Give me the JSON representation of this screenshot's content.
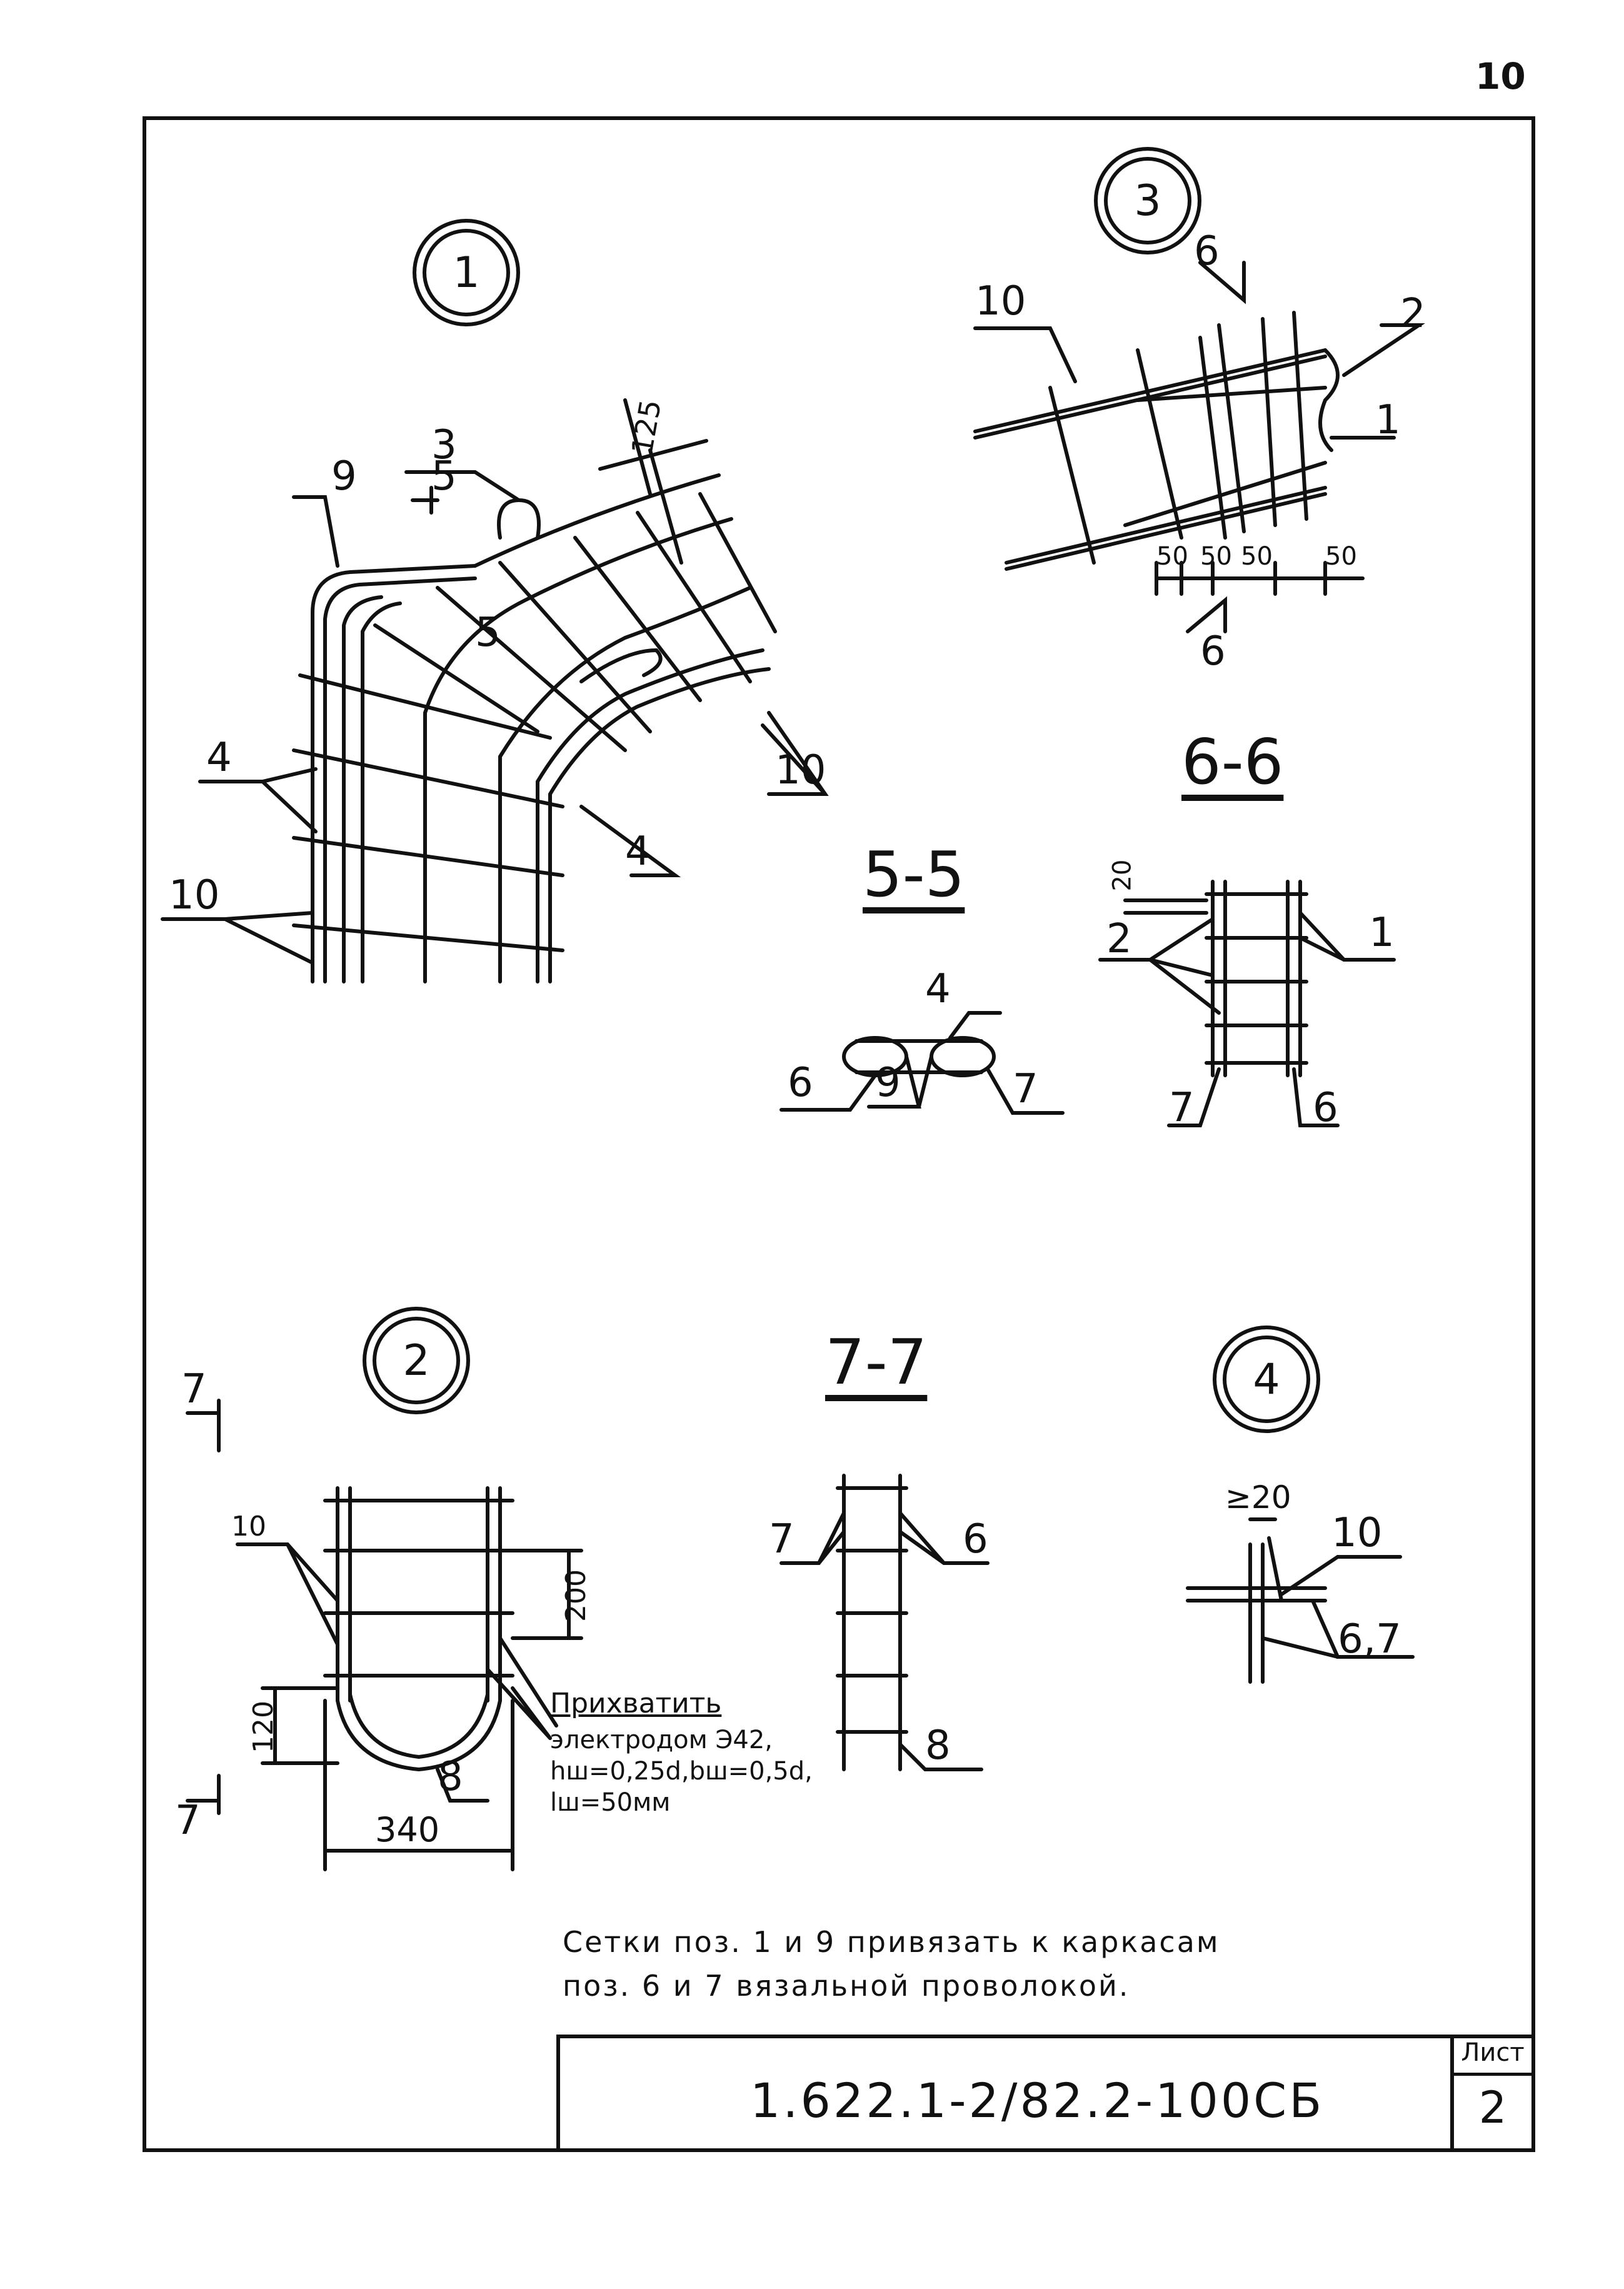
{
  "page_number": "10",
  "callouts": {
    "c1": "1",
    "c2": "2",
    "c3": "3",
    "c4": "4"
  },
  "sections": {
    "s55": "5-5",
    "s66": "6-6",
    "s77": "7-7"
  },
  "detail1": {
    "dim_125": "125",
    "labels": [
      "3",
      "9",
      "5",
      "5",
      "4",
      "10",
      "10",
      "4"
    ]
  },
  "detail3": {
    "labels": [
      "6",
      "10",
      "2",
      "1",
      "6"
    ],
    "dims": [
      "50",
      "50",
      "50",
      "50"
    ]
  },
  "sec55_labels": [
    "4",
    "6",
    "9",
    "7"
  ],
  "sec66": {
    "dim_20": "20",
    "labels": [
      "2",
      "1",
      "7",
      "6"
    ]
  },
  "detail2": {
    "mark_7_top": "7",
    "mark_7_bottom": "7",
    "label_10": "10",
    "dim_200": "200",
    "dim_120": "120",
    "dim_340": "340",
    "label_8": "8",
    "weld_title": "Прихватить",
    "weld_line1": "электродом Э42,",
    "weld_line2": "hш=0,25d,bш=0,5d,",
    "weld_line3": "lш=50мм"
  },
  "sec77": {
    "label_7": "7",
    "label_6": "6",
    "label_8": "8"
  },
  "detail4": {
    "dim": "≥20",
    "label_10": "10",
    "label_67": "6,7"
  },
  "notes": {
    "line1": "Сетки поз. 1 и 9 привязать к каркасам",
    "line2": "поз. 6 и 7 вязальной проволокой."
  },
  "title_block": {
    "code": "1.622.1-2/82.2-100СБ",
    "sheet_label": "Лист",
    "sheet_number": "2"
  }
}
